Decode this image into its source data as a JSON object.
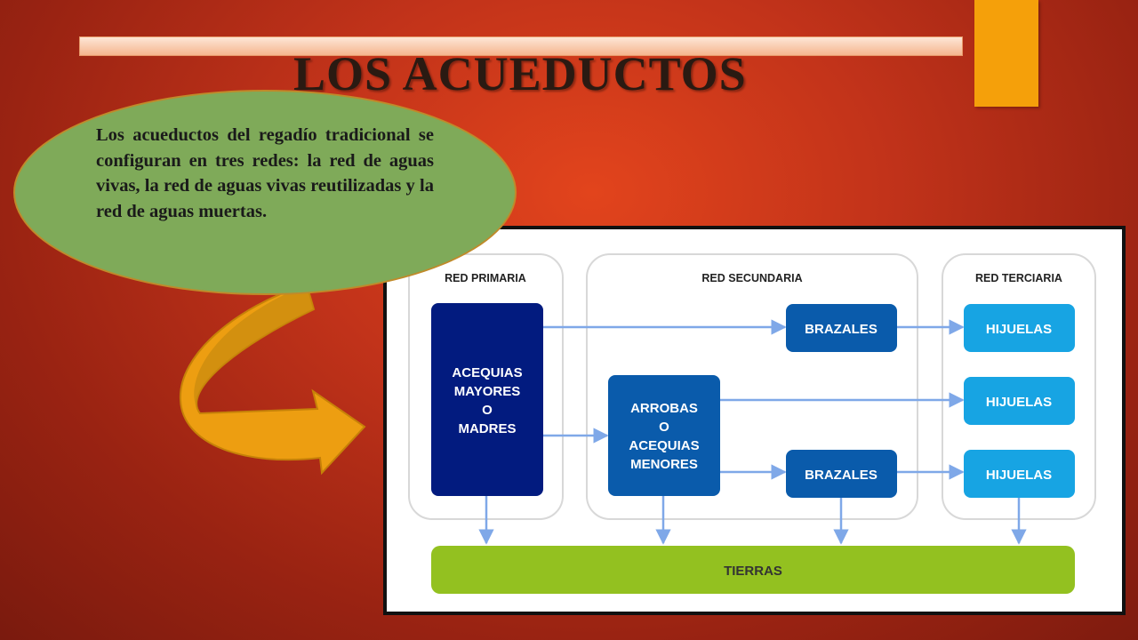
{
  "slide": {
    "title": "LOS ACUEDUCTOS",
    "description": "Los acueductos del regadío tradicional se configuran en tres redes: la red de aguas vivas, la red de aguas vivas reutilizadas y la red de aguas muertas."
  },
  "colors": {
    "accent_orange": "#f5a00a",
    "bubble_green": "#7faa59",
    "node_dark_blue": "#021b7f",
    "node_mid_blue": "#0a5bab",
    "node_light_blue": "#17a4e3",
    "tierras_green": "#93c120",
    "arrow_blue": "#7fa8e8"
  },
  "diagram": {
    "sections": {
      "primary": "RED PRIMARIA",
      "secondary": "RED SECUNDARIA",
      "tertiary": "RED TERCIARIA"
    },
    "nodes": {
      "acequias_mayores": [
        "ACEQUIAS",
        "MAYORES",
        "O",
        "MADRES"
      ],
      "arrobas": [
        "ARROBAS",
        "O",
        "ACEQUIAS",
        "MENORES"
      ],
      "brazales_top": "BRAZALES",
      "brazales_bottom": "BRAZALES",
      "hijuelas_1": "HIJUELAS",
      "hijuelas_2": "HIJUELAS",
      "hijuelas_3": "HIJUELAS",
      "tierras": "TIERRAS"
    }
  }
}
